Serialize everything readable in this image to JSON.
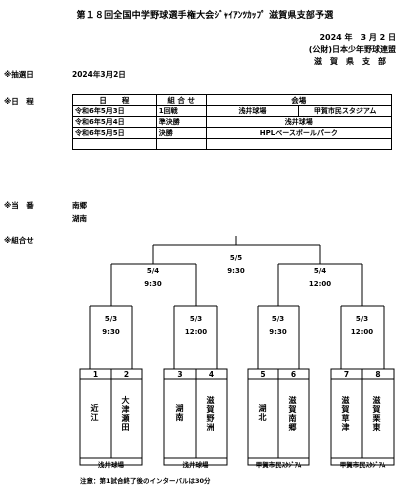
{
  "header": {
    "title": "第１８回全国中学野球選手権大会ｼﾞｬｲｱﾝﾂｶｯﾌﾟ 滋賀県支部予選",
    "date": "2024 年　3 月 2 日",
    "org": "(公財)日本少年野球連盟",
    "branch": "滋　賀　県　支　部"
  },
  "draw": {
    "label": "※抽選日",
    "value": "2024年3月2日"
  },
  "schedule": {
    "label": "※日　程",
    "headers": [
      "日　　程",
      "組 合 せ",
      "会場"
    ],
    "rows": [
      {
        "date": "令和6年5月3日",
        "round": "1回戦",
        "venue_a": "浅井球場",
        "venue_b": "甲賀市民スタジアム"
      },
      {
        "date": "令和6年5月4日",
        "round": "準決勝",
        "venue": "浅井球場"
      },
      {
        "date": "令和6年5月5日",
        "round": "決勝",
        "venue": "HPLベースボールパーク"
      },
      {
        "date": "",
        "round": "",
        "venue": ""
      }
    ]
  },
  "duty": {
    "label": "※当　番",
    "values": [
      "南郷",
      "湖南"
    ]
  },
  "bracket": {
    "label": "※組合せ",
    "final": {
      "date": "5/5",
      "time": "9:30"
    },
    "semis": [
      {
        "date": "5/4",
        "time": "9:30"
      },
      {
        "date": "5/4",
        "time": "12:00"
      }
    ],
    "first_round": [
      {
        "date": "5/3",
        "time": "9:30"
      },
      {
        "date": "5/3",
        "time": "12:00"
      },
      {
        "date": "5/3",
        "time": "9:30"
      },
      {
        "date": "5/3",
        "time": "12:00"
      }
    ],
    "teams": [
      {
        "num": "1",
        "name": "近江"
      },
      {
        "num": "2",
        "name": "大津瀬田"
      },
      {
        "num": "3",
        "name": "湖南"
      },
      {
        "num": "4",
        "name": "滋賀野洲"
      },
      {
        "num": "5",
        "name": "湖北"
      },
      {
        "num": "6",
        "name": "滋賀南郷"
      },
      {
        "num": "7",
        "name": "滋賀草津"
      },
      {
        "num": "8",
        "name": "滋賀栗東"
      }
    ],
    "venues": [
      "浅井球場",
      "浅井球場",
      "甲賀市民ｽﾀｼﾞｱﾑ",
      "甲賀市民ｽﾀｼﾞｱﾑ"
    ]
  },
  "note": "注意：第1試合終了後のインターバルは30分"
}
